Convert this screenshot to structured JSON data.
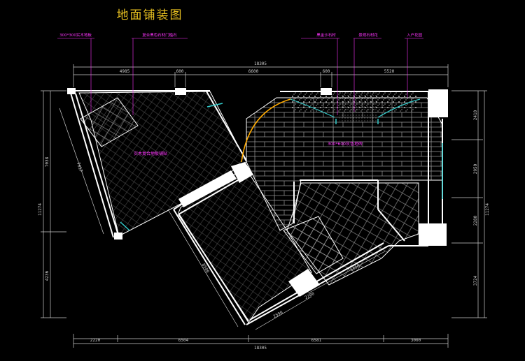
{
  "title": "地面铺装图",
  "colors": {
    "background": "#000000",
    "wall": "#ffffff",
    "title": "#e8c020",
    "annotation": "#ff33ff",
    "arc": "#ffaa00",
    "window": "#33cccc",
    "pattern": "#9a9a9a"
  },
  "callouts": [
    {
      "text": "300*300实木地板"
    },
    {
      "text": "复合黑色石材门槛石"
    },
    {
      "text": "黑金沙石材"
    },
    {
      "text": "景观石材花"
    },
    {
      "text": "入户花园"
    }
  ],
  "room_labels": [
    {
      "text": "实木复合地板铺贴"
    },
    {
      "text": "300*600灰色地砖"
    }
  ],
  "dimensions": {
    "top_total": "18305",
    "top_segments": [
      "4985",
      "600",
      "6600",
      "600",
      "5520"
    ],
    "bottom_total": "18305",
    "bottom_segments": [
      "2220",
      "6504",
      "6581",
      "3000"
    ],
    "left_outer": "11274",
    "left_inner_1": "7038",
    "left_inner_2": "4236",
    "right_outer": "11274",
    "right_segments": [
      "2410",
      "2950",
      "2280",
      "3724"
    ],
    "slant_1": "7017",
    "slant_2": "8580",
    "slant_3": "1850",
    "slant_4": "2200",
    "slant_5": "2590"
  }
}
